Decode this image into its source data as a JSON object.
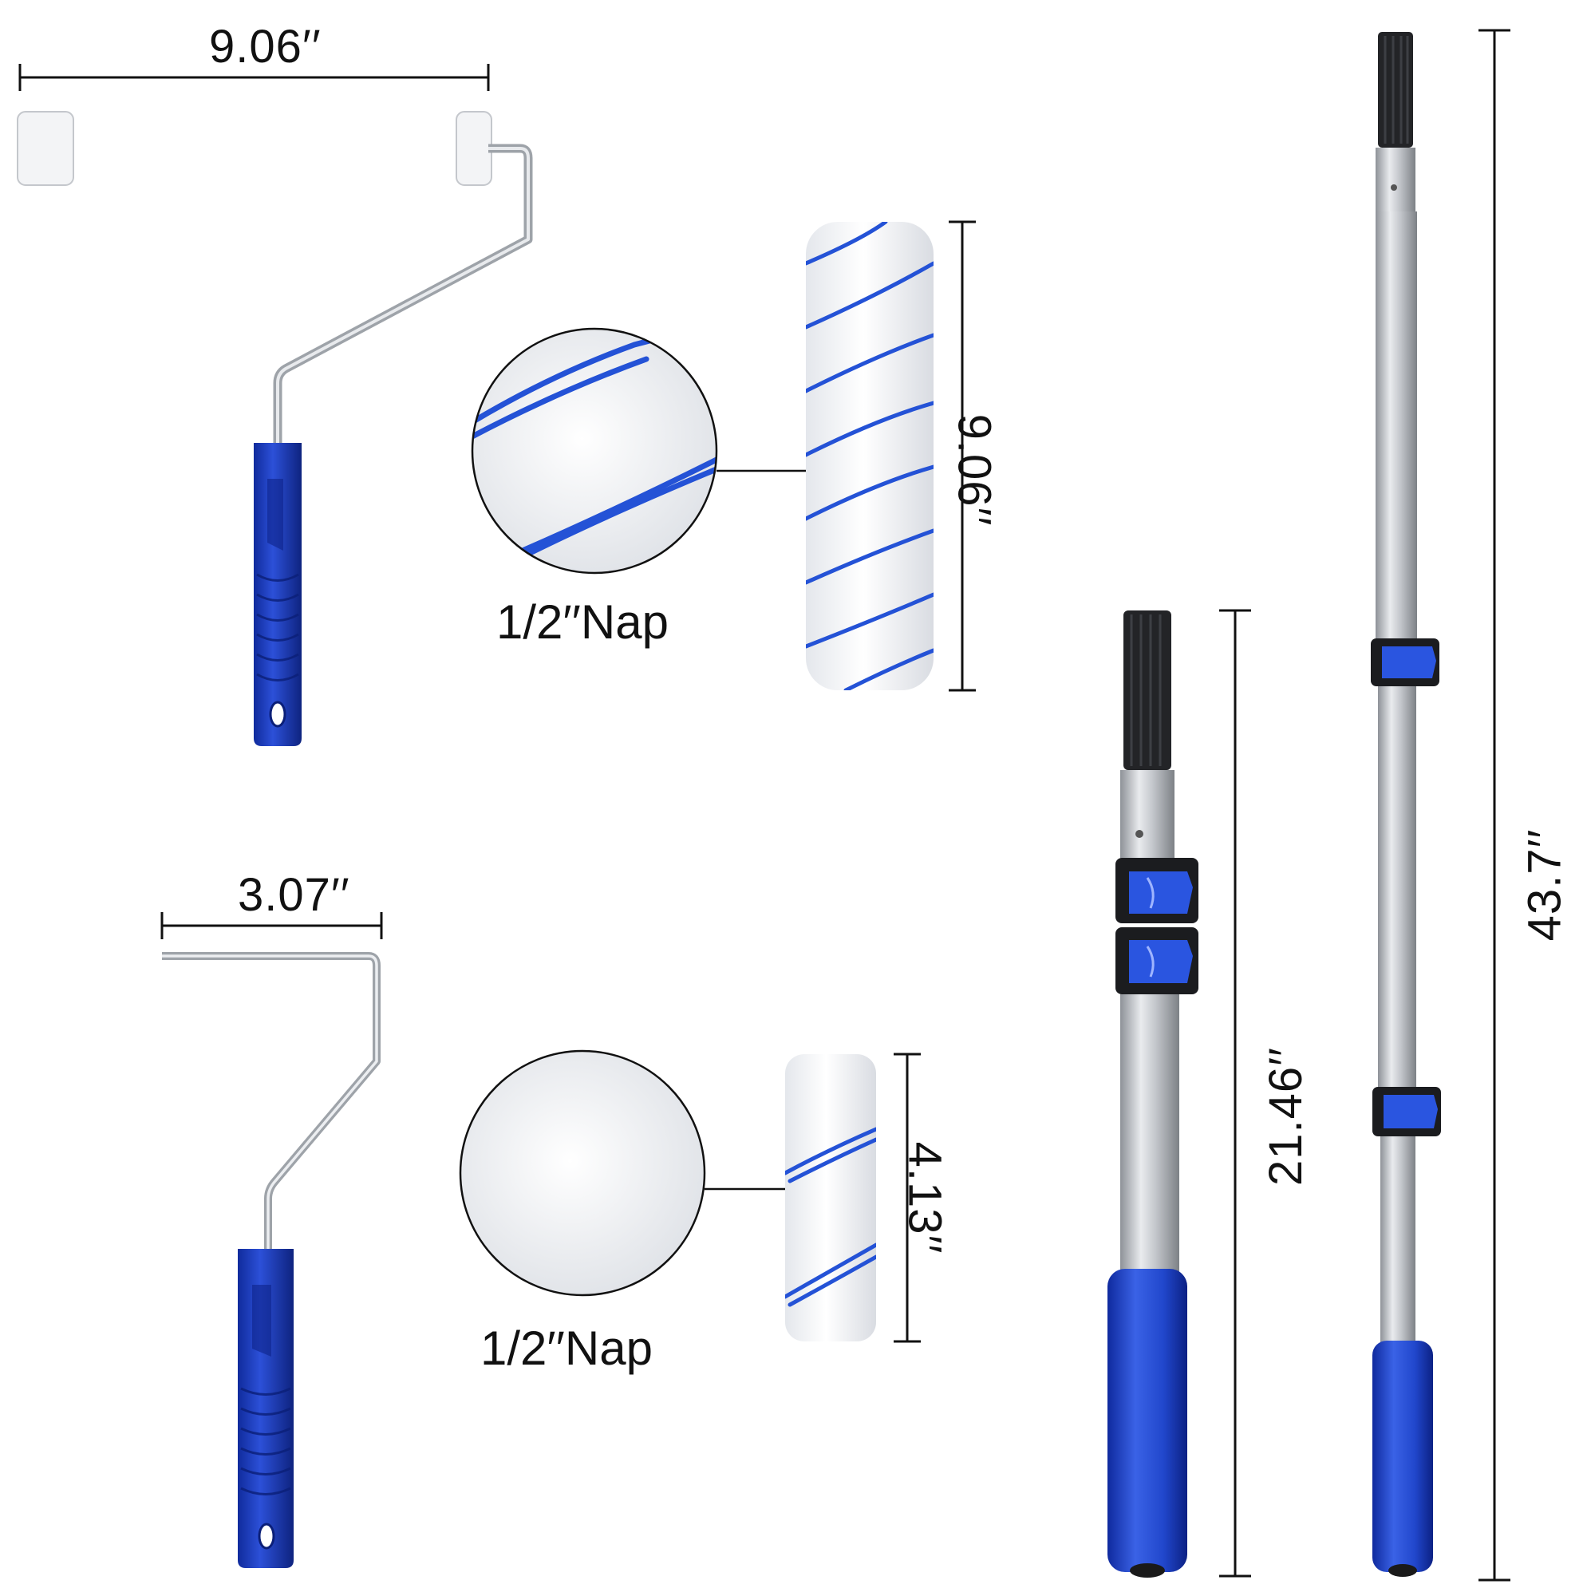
{
  "colors": {
    "blue": "#1f3fc4",
    "blue_dark": "#132a8f",
    "stripe": "#2452d6",
    "silver": "#c9ccd1",
    "black": "#1a1a1a",
    "line": "#111111"
  },
  "roller_large": {
    "width_label": "9.06′′",
    "cover_length_label": "9.06′′",
    "nap_label": "1/2′′Nap"
  },
  "roller_mini": {
    "width_label": "3.07′′",
    "cover_length_label": "4.13′′",
    "nap_label": "1/2′′Nap"
  },
  "pole_short": {
    "length_label": "21.46′′"
  },
  "pole_long": {
    "length_label": "43.7′′"
  }
}
